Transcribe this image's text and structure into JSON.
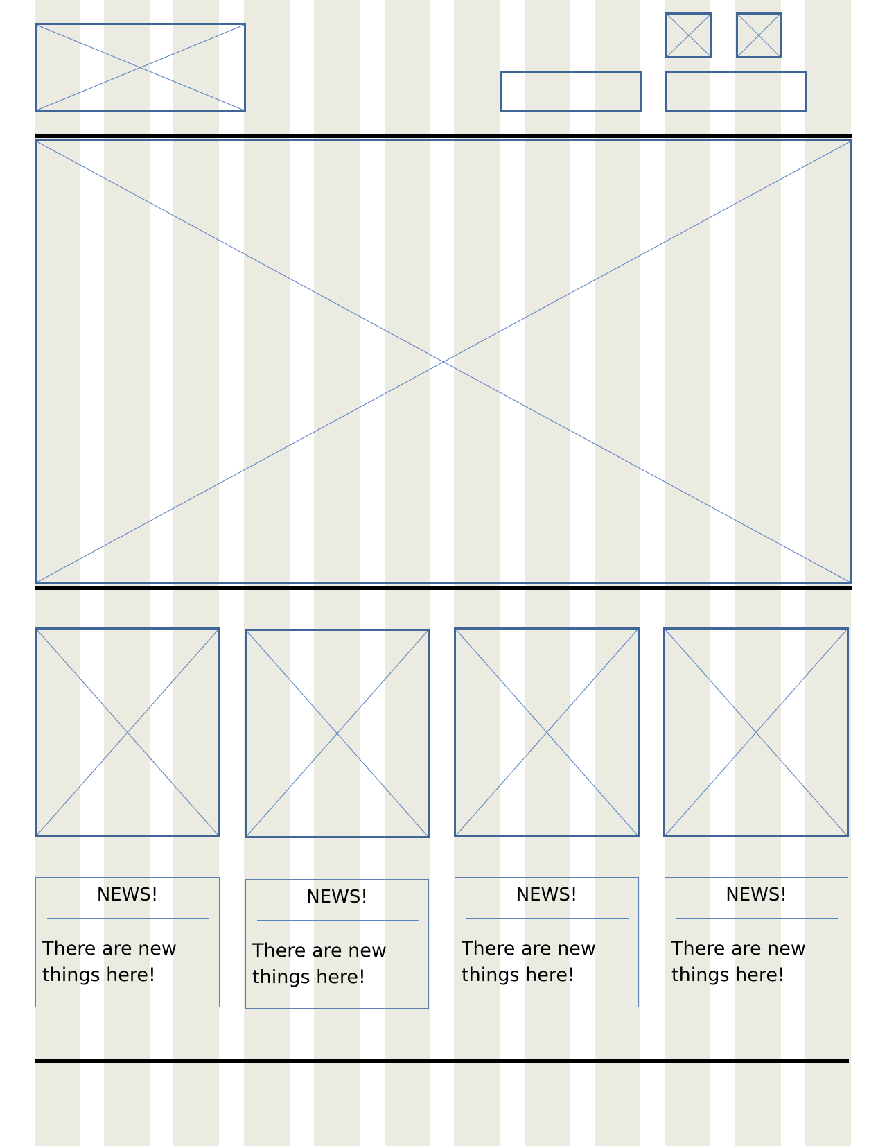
{
  "colors": {
    "column_fill": "#ecebe2",
    "placeholder_stroke": "#3f6696",
    "divider": "#000000"
  },
  "cards": [
    {
      "title": "NEWS!",
      "body_line1": "There are new",
      "body_line2": "things here!"
    },
    {
      "title": "NEWS!",
      "body_line1": "There are new",
      "body_line2": "things here!"
    },
    {
      "title": "NEWS!",
      "body_line1": "There are new",
      "body_line2": "things here!"
    },
    {
      "title": "NEWS!",
      "body_line1": "There are new",
      "body_line2": "things here!"
    }
  ]
}
